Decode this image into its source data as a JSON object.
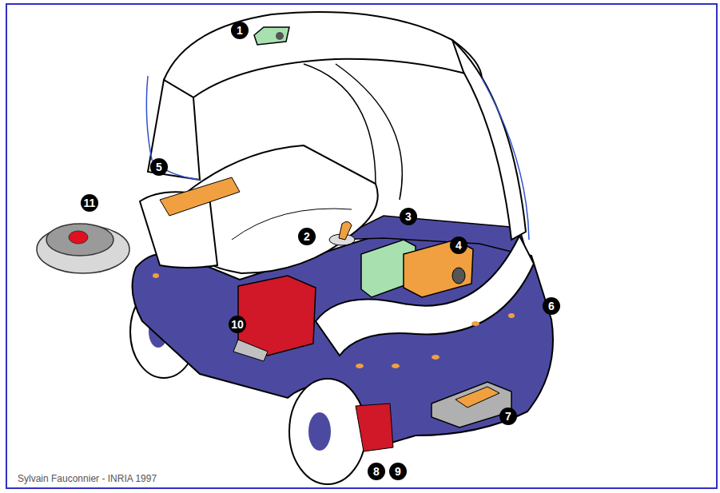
{
  "diagram": {
    "labels": [
      "1",
      "5",
      "11",
      "2",
      "3",
      "4",
      "10",
      "6",
      "7",
      "8",
      "9",
      "Sylvain Fauconnier - INRIA 1997"
    ]
  }
}
